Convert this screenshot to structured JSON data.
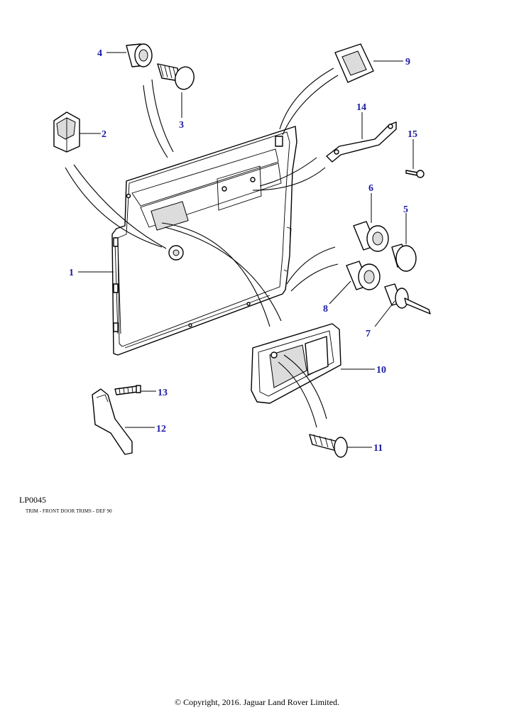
{
  "diagram": {
    "ref_code": "LP0045",
    "caption": "TRIM - FRONT DOOR TRIMS - DEF 90",
    "callouts": [
      "1",
      "2",
      "3",
      "4",
      "5",
      "6",
      "7",
      "8",
      "9",
      "10",
      "11",
      "12",
      "13",
      "14",
      "15"
    ],
    "callout_color": "#1a1aa6"
  },
  "footer": {
    "copyright": "© Copyright, 2016. Jaguar Land Rover Limited."
  }
}
